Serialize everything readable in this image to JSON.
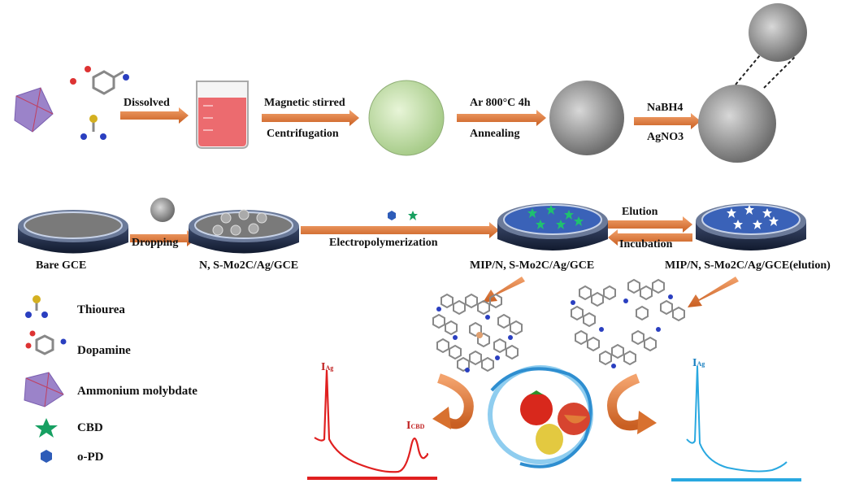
{
  "steps_row1": {
    "dissolved": "Dissolved",
    "magnetic_stirred": "Magnetic stirred",
    "centrifugation": "Centrifugation",
    "ar_condition": "Ar 800°C 4h",
    "annealing": "Annealing",
    "nabh4": "NaBH4",
    "agno3": "AgNO3"
  },
  "steps_row2": {
    "dropping": "Dropping",
    "electropolymerization": "Electropolymerization",
    "elution": "Elution",
    "incubation": "Incubation"
  },
  "electrodes": [
    {
      "label": "Bare GCE"
    },
    {
      "label": "N, S-Mo2C/Ag/GCE"
    },
    {
      "label": "MIP/N, S-Mo2C/Ag/GCE"
    },
    {
      "label": "MIP/N, S-Mo2C/Ag/GCE(elution)"
    }
  ],
  "legend": [
    {
      "label": "Thiourea",
      "icon": "thiourea-molecule-icon"
    },
    {
      "label": "Dopamine",
      "icon": "dopamine-molecule-icon"
    },
    {
      "label": "Ammonium molybdate",
      "icon": "molybdate-crystal-icon"
    },
    {
      "label": "CBD",
      "icon": "green-star-icon"
    },
    {
      "label": "o-PD",
      "icon": "blue-hexagon-icon"
    }
  ],
  "signals": {
    "left_peak1": "I",
    "left_peak1_sub": "Ag",
    "left_peak2": "I",
    "left_peak2_sub": "CBD",
    "right_peak1": "I",
    "right_peak1_sub": "Ag"
  },
  "colors": {
    "arrow": "#e07a3a",
    "red_curve": "#e02020",
    "blue_curve": "#29a8e0",
    "electrode_dark": "#1e2a45",
    "mip_surface": "#3a62b8"
  }
}
